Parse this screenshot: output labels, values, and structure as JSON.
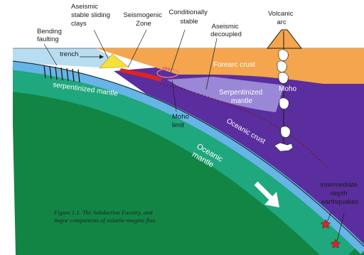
{
  "labels": {
    "bending_faulting": [
      "Bending",
      "faulting"
    ],
    "trench": "trench",
    "aseismic_clays": [
      "Aseismic",
      "stable sliding",
      "clays"
    ],
    "seismogenic_zone": [
      "Seismogenic",
      "Zone"
    ],
    "conditionally_stable": [
      "Conditionally",
      "stable"
    ],
    "aseismic_decoupled": [
      "Aseismic",
      "decoupled"
    ],
    "volcanic_arc": [
      "Volcanic",
      "arc"
    ],
    "forearc_crust": "Forearc crust",
    "serpentinized_mantle_left": "serpentinized mantle",
    "serpentinized_mantle_right": [
      "Serpentinized",
      "mantle"
    ],
    "moho": "Moho",
    "moho_limit": [
      "Moho",
      "limit"
    ],
    "oceanic_crust": "Oceanic crust",
    "oceanic_mantle": [
      "Oceanic",
      "mantle"
    ],
    "intermediate_depth": [
      "intermediate",
      "depth",
      "earthquakes"
    ],
    "tpa_marker": "TPa"
  },
  "caption": [
    "Figure 1.1. The Subduction Factory, and",
    "major components of volatile-magma flux."
  ],
  "colors": {
    "ocean_water": "#b9ddf0",
    "forearc_crust": "#f4a54d",
    "wedge_mantle": "#5a2e9e",
    "serpentinized_mantle": "#9a87d6",
    "oceanic_crust": "#66b5e6",
    "serpentinized_slab": "#1fa77d",
    "oceanic_mantle": "#128545",
    "seismogenic": "#e0241c",
    "clays": "#f6e03a",
    "quake_star": "#d42a2a"
  }
}
